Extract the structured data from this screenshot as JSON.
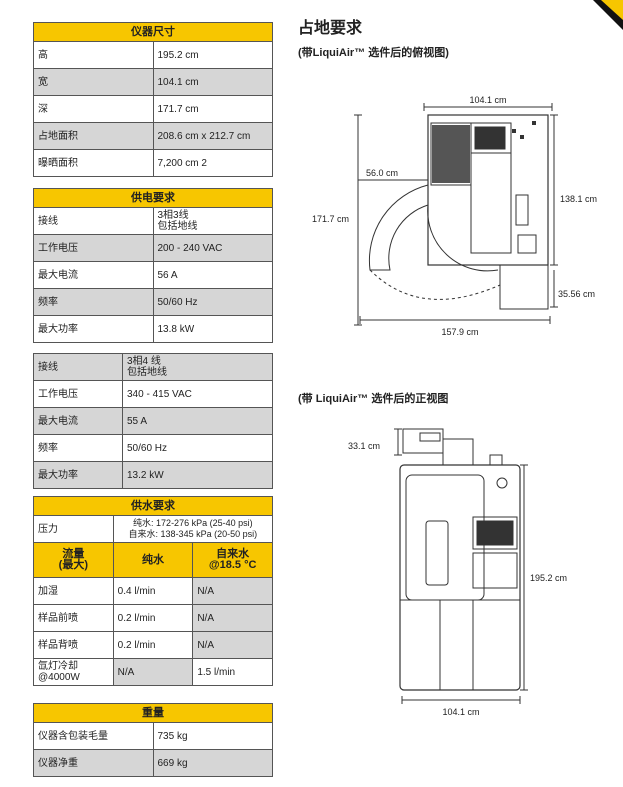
{
  "dims": {
    "title": "仪器尺寸",
    "rows": [
      {
        "label": "高",
        "value": "195.2 cm"
      },
      {
        "label": "宽",
        "value": "104.1 cm"
      },
      {
        "label": "深",
        "value": "171.7 cm"
      },
      {
        "label": "占地面积",
        "value": "208.6 cm x 212.7 cm"
      },
      {
        "label": "曝晒面积",
        "value": "7,200 cm 2"
      }
    ]
  },
  "power": {
    "title": "供电要求",
    "a": [
      {
        "label": "接线",
        "value": "3相3线",
        "value2": "包括地线"
      },
      {
        "label": "工作电压",
        "value": "200 - 240 VAC"
      },
      {
        "label": "最大电流",
        "value": "56 A"
      },
      {
        "label": "频率",
        "value": "50/60 Hz"
      },
      {
        "label": "最大功率",
        "value": "13.8 kW"
      }
    ],
    "b": [
      {
        "label": "接线",
        "value": "3相4 线",
        "value2": "包括地线"
      },
      {
        "label": "工作电压",
        "value": "340 - 415 VAC"
      },
      {
        "label": "最大电流",
        "value": "55 A"
      },
      {
        "label": "频率",
        "value": "50/60 Hz"
      },
      {
        "label": "最大功率",
        "value": "13.2 kW"
      }
    ]
  },
  "water": {
    "title": "供水要求",
    "pressure_label": "压力",
    "pressure_line1": "纯水: 172-276 kPa (25-40 psi)",
    "pressure_line2": "自来水: 138-345 kPa (20-50 psi)",
    "h1": "流量",
    "h1b": "(最大)",
    "h2": "纯水",
    "h3": "自来水",
    "h3b": "@18.5 °C",
    "rows": [
      {
        "label": "加湿",
        "pure": "0.4 l/min",
        "tap": "N/A"
      },
      {
        "label": "样品前喷",
        "pure": "0.2 l/min",
        "tap": "N/A"
      },
      {
        "label": "样品背喷",
        "pure": "0.2 l/min",
        "tap": "N/A"
      },
      {
        "label": "氙灯冷却",
        "label2": "@4000W",
        "pure": "N/A",
        "tap": "1.5 l/min"
      }
    ]
  },
  "weight": {
    "title": "重量",
    "rows": [
      {
        "label": "仪器含包装毛量",
        "value": "735 kg"
      },
      {
        "label": "仪器净重",
        "value": "669 kg"
      }
    ]
  },
  "right": {
    "title": "占地要求",
    "top_caption": "(带LiquiAir™ 选件后的俯视图)",
    "front_caption": "(带 LiquiAir™ 选件后的正视图",
    "top": {
      "w": "104.1 cm",
      "d1": "56.0 cm",
      "h": "171.7 cm",
      "r1": "138.1 cm",
      "r2": "35.56 cm",
      "b": "157.9 cm"
    },
    "front": {
      "t": "33.1 cm",
      "h": "195.2 cm",
      "w": "104.1 cm"
    }
  },
  "colors": {
    "accent": "#f7c600",
    "grey": "#d6d6d6"
  }
}
